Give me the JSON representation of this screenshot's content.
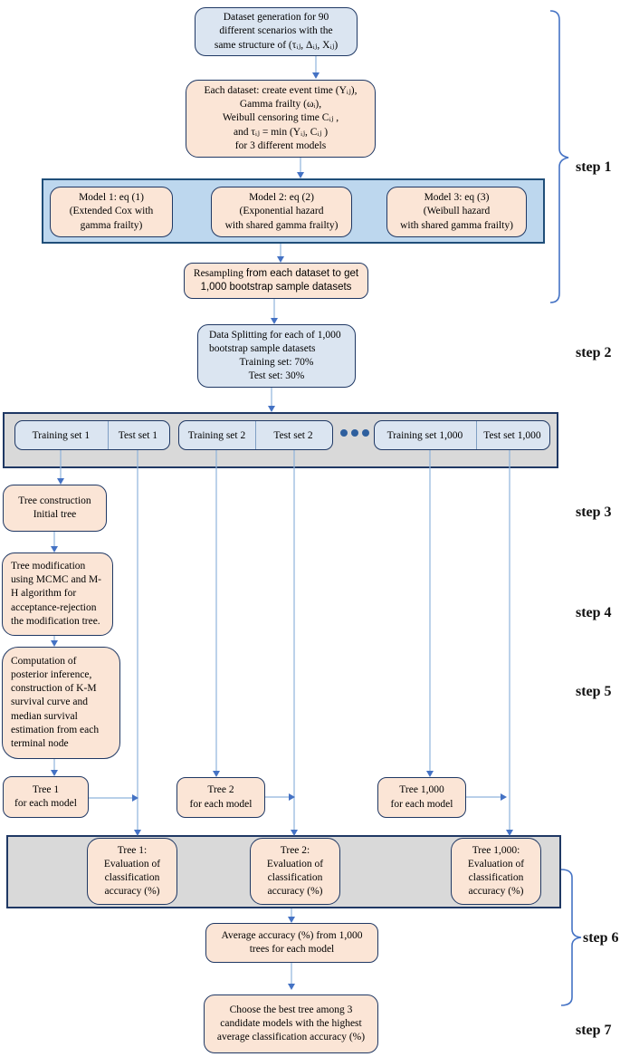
{
  "flow": {
    "dataset_generation": "Dataset generation for 90\ndifferent scenarios with the\nsame structure of (τᵢⱼ, Δᵢⱼ, Xᵢⱼ)",
    "each_dataset": "Each dataset: create event time (Yᵢⱼ),\nGamma frailty (ωᵢ),\nWeibull censoring time Cᵢⱼ ,\nand τᵢⱼ = min (Yᵢⱼ, Cᵢⱼ )\nfor 3 different models",
    "models": [
      "Model 1: eq (1)\n(Extended Cox with\ngamma frailty)",
      "Model 2: eq (2)\n(Exponential hazard\nwith shared gamma frailty)",
      "Model 3: eq (3)\n(Weibull hazard\nwith shared gamma frailty)"
    ],
    "resampling": {
      "lead": "Resampling",
      "rest": " from each dataset to get\n1,000 bootstrap sample datasets"
    },
    "data_splitting": {
      "top": "Data Splitting for each of 1,000\nbootstrap sample datasets",
      "sets": "Training set:  70%\nTest set:  30%"
    },
    "pairs": [
      {
        "train": "Training set 1",
        "test": "Test set 1"
      },
      {
        "train": "Training set 2",
        "test": "Test set 2"
      },
      {
        "train": "Training set 1,000",
        "test": "Test set 1,000"
      }
    ],
    "tree_construction": "Tree construction\nInitial tree",
    "tree_modification": "Tree modification\nusing MCMC and M-\nH algorithm for\nacceptance-rejection\nthe modification tree.",
    "computation": "Computation of\nposterior inference,\nconstruction of K-M\nsurvival curve and\nmedian survival\nestimation from each\nterminal node",
    "trees": [
      "Tree 1\nfor each model",
      "Tree 2\nfor each model",
      "Tree 1,000\nfor each model"
    ],
    "evaluations": [
      "Tree 1:\nEvaluation of\nclassification\naccuracy (%)",
      "Tree 2:\nEvaluation of\nclassification\naccuracy (%)",
      "Tree 1,000:\nEvaluation of\nclassification\naccuracy (%)"
    ],
    "average_accuracy": "Average accuracy (%) from 1,000\ntrees for each model",
    "choose_best": "Choose the best tree among 3\ncandidate models with the highest\naverage classification accuracy (%)"
  },
  "step_labels": [
    "step 1",
    "step 2",
    "step 3",
    "step 4",
    "step 5",
    "step 6",
    "step 7"
  ],
  "colors": {
    "node_border": "#1f3864",
    "peach_fill": "#fbe5d6",
    "light_blue_fill": "#dbe5f1",
    "models_container_fill": "#bdd7ee",
    "gray_container_fill": "#d9d9d9",
    "connector_line": "#8fb4dc",
    "arrowhead": "#4472c4",
    "brace": "#4472c4",
    "ellipsis_dots": "#2e5f9e"
  }
}
